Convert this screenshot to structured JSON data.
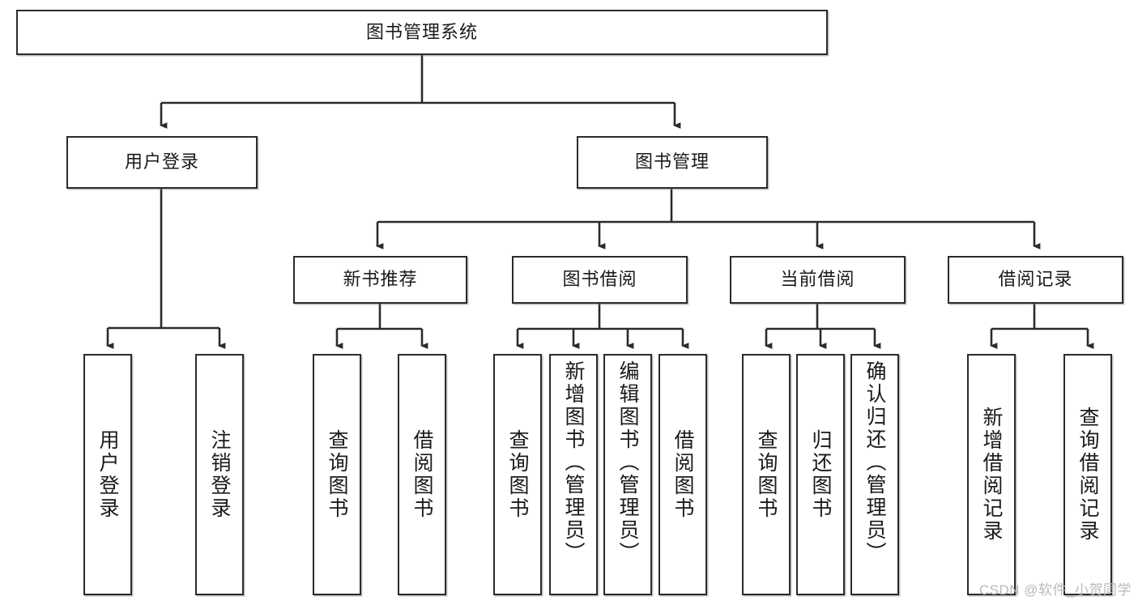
{
  "diagram": {
    "title": "图书管理系统",
    "type": "hierarchy-tree",
    "watermark": "CSDN @软件_小贺同学",
    "colors": {
      "stroke": "#2b2b2b",
      "fill": "#ffffff",
      "text": "#1a1a1a",
      "watermark": "#b9b9b9"
    },
    "nodes": {
      "root": {
        "label": "图书管理系统",
        "orientation": "horizontal"
      },
      "level2": [
        {
          "id": "user-login",
          "label": "用户登录",
          "orientation": "horizontal"
        },
        {
          "id": "book-manage",
          "label": "图书管理",
          "orientation": "horizontal"
        }
      ],
      "level3": [
        {
          "id": "new-book-rec",
          "label": "新书推荐",
          "orientation": "horizontal"
        },
        {
          "id": "book-borrow",
          "label": "图书借阅",
          "orientation": "horizontal"
        },
        {
          "id": "current-borrow",
          "label": "当前借阅",
          "orientation": "horizontal"
        },
        {
          "id": "borrow-record",
          "label": "借阅记录",
          "orientation": "horizontal"
        }
      ],
      "leaves": [
        {
          "id": "leaf-user-login",
          "label": "用户登录",
          "parent": "user-login",
          "orientation": "vertical"
        },
        {
          "id": "leaf-user-logout",
          "label": "注销登录",
          "parent": "user-login",
          "orientation": "vertical"
        },
        {
          "id": "leaf-query-book-1",
          "label": "查询图书",
          "parent": "new-book-rec",
          "orientation": "vertical"
        },
        {
          "id": "leaf-borrow-book-1",
          "label": "借阅图书",
          "parent": "new-book-rec",
          "orientation": "vertical"
        },
        {
          "id": "leaf-query-book-2",
          "label": "查询图书",
          "parent": "book-borrow",
          "orientation": "vertical"
        },
        {
          "id": "leaf-add-book",
          "label": "新增图书（管理员）",
          "parent": "book-borrow",
          "orientation": "vertical"
        },
        {
          "id": "leaf-edit-book",
          "label": "编辑图书（管理员）",
          "parent": "book-borrow",
          "orientation": "vertical"
        },
        {
          "id": "leaf-borrow-book-2",
          "label": "借阅图书",
          "parent": "book-borrow",
          "orientation": "vertical"
        },
        {
          "id": "leaf-query-book-3",
          "label": "查询图书",
          "parent": "current-borrow",
          "orientation": "vertical"
        },
        {
          "id": "leaf-return-book",
          "label": "归还图书",
          "parent": "current-borrow",
          "orientation": "vertical"
        },
        {
          "id": "leaf-confirm-return",
          "label": "确认归还（管理员）",
          "parent": "current-borrow",
          "orientation": "vertical"
        },
        {
          "id": "leaf-add-record",
          "label": "新增借阅记录",
          "parent": "borrow-record",
          "orientation": "vertical"
        },
        {
          "id": "leaf-query-record",
          "label": "查询借阅记录",
          "parent": "borrow-record",
          "orientation": "vertical"
        }
      ]
    }
  }
}
